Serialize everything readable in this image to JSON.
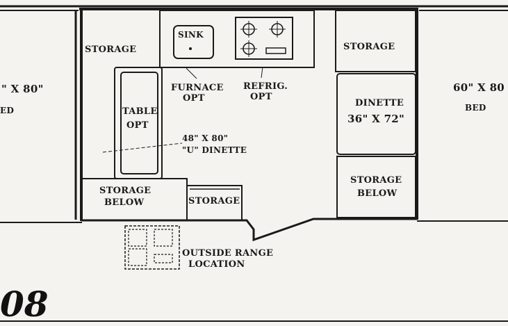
{
  "labels": {
    "bed_left_size": "\" X 80\"",
    "bed_left": "ED",
    "storage_top_left": "STORAGE",
    "sink": "SINK",
    "furnace_line1": "FURNACE",
    "furnace_line2": "OPT",
    "refrig_line1": "REFRIG.",
    "refrig_line2": "OPT",
    "table_line1": "TABLE",
    "table_line2": "OPT",
    "u_dinette_size": "48\" X 80\"",
    "u_dinette": "\"U\" DINETTE",
    "storage_below_left_line1": "STORAGE",
    "storage_below_left_line2": "BELOW",
    "storage_bottom_middle": "STORAGE",
    "storage_top_right": "STORAGE",
    "dinette": "DINETTE",
    "dinette_size": "36\" X 72\"",
    "storage_below_right_line1": "STORAGE",
    "storage_below_right_line2": "BELOW",
    "bed_right_size": "60\" X 80",
    "bed_right": "BED",
    "outside_range_line1": "OUTSIDE RANGE",
    "outside_range_line2": "LOCATION",
    "model_number": "08"
  }
}
